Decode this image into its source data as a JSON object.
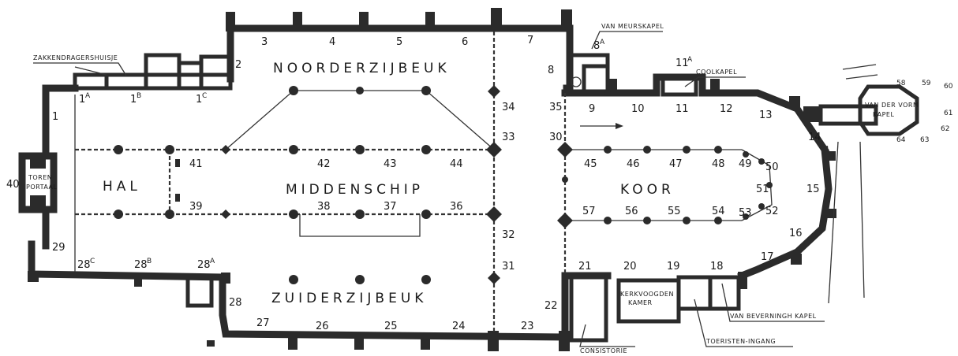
{
  "title": "",
  "areas": {
    "noorderzijbeuk": "NOORDERZIJBEUK",
    "middenschip": "MIDDENSCHIP",
    "zuiderzijbeuk": "ZUIDERZIJBEUK",
    "hal": "HAL",
    "koor": "KOOR",
    "torenportaal_1": "TOREN",
    "torenportaal_2": "PORTAAL",
    "kerkvoogdenkamer_1": "KERKVOOGDEN",
    "kerkvoogdenkamer_2": "KAMER",
    "van_der_vorm_1": "VAN DER VORM",
    "van_der_vorm_2": "KAPEL"
  },
  "callouts": {
    "zakkendragershuisje": "ZAKKENDRAGERSHUISJE",
    "van_meurskapel": "VAN MEURSKAPEL",
    "coolkapel": "COOLKAPEL",
    "van_beverningh_kapel": "VAN BEVERNINGH KAPEL",
    "toeristen_ingang": "TOERISTEN-INGANG",
    "consistorie": "CONSISTORIE"
  },
  "numbers": {
    "n1": "1",
    "n1a": "1",
    "n1a_s": "A",
    "n1b": "1",
    "n1b_s": "B",
    "n1c": "1",
    "n1c_s": "C",
    "n2": "2",
    "n3": "3",
    "n4": "4",
    "n5": "5",
    "n6": "6",
    "n7": "7",
    "n8": "8",
    "n8a": "8",
    "n8a_s": "A",
    "n9": "9",
    "n10": "10",
    "n11": "11",
    "n11a": "11",
    "n11a_s": "A",
    "n12": "12",
    "n13": "13",
    "n14": "14",
    "n15": "15",
    "n16": "16",
    "n17": "17",
    "n18": "18",
    "n19": "19",
    "n20": "20",
    "n21": "21",
    "n22": "22",
    "n23": "23",
    "n24": "24",
    "n25": "25",
    "n26": "26",
    "n27": "27",
    "n28": "28",
    "n28a": "28",
    "n28a_s": "A",
    "n28b": "28",
    "n28b_s": "B",
    "n28c": "28",
    "n28c_s": "C",
    "n29": "29",
    "n30": "30",
    "n31": "31",
    "n32": "32",
    "n33": "33",
    "n34": "34",
    "n35": "35",
    "n36": "36",
    "n37": "37",
    "n38": "38",
    "n39": "39",
    "n40": "40",
    "n41": "41",
    "n42": "42",
    "n43": "43",
    "n44": "44",
    "n45": "45",
    "n46": "46",
    "n47": "47",
    "n48": "48",
    "n49": "49",
    "n50": "50",
    "n51": "51",
    "n52": "52",
    "n53": "53",
    "n54": "54",
    "n55": "55",
    "n56": "56",
    "n57": "57",
    "n58": "58",
    "n59": "59",
    "n60": "60",
    "n61": "61",
    "n62": "62",
    "n63": "63",
    "n64": "64"
  },
  "colors": {
    "ink": "#2b2b2b",
    "paper": "#ffffff"
  }
}
